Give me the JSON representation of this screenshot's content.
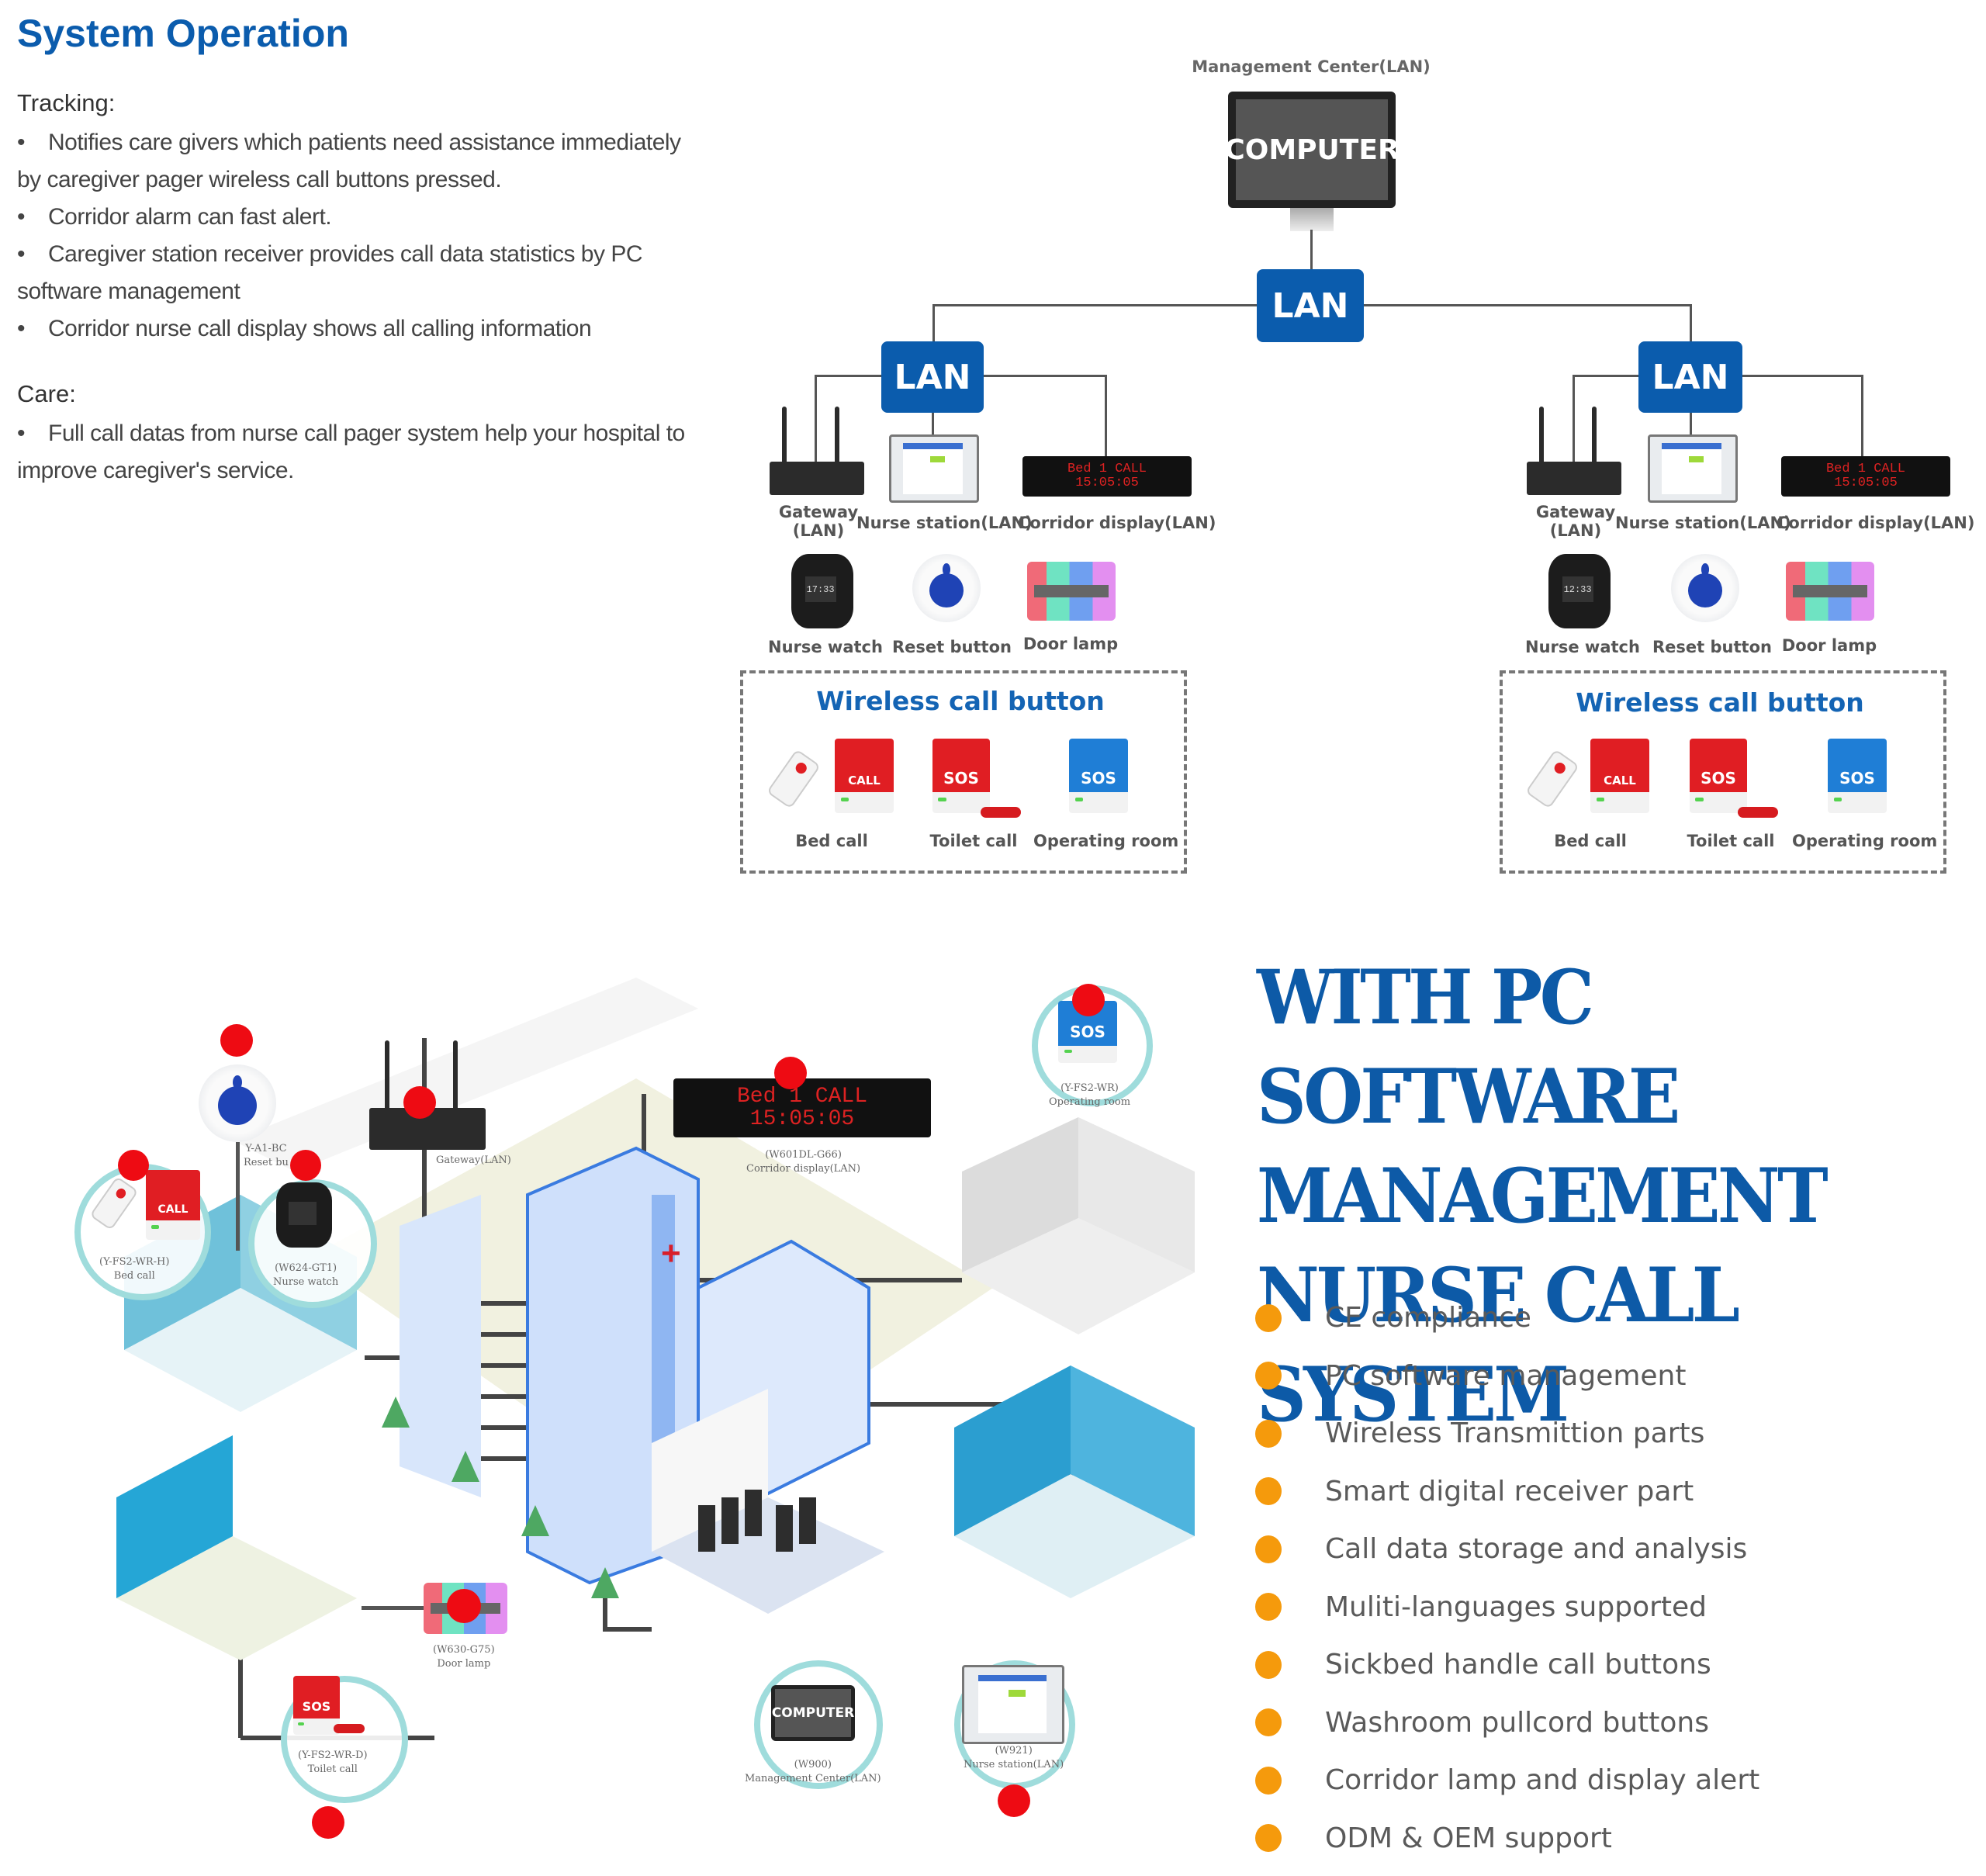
{
  "left_panel": {
    "title": "System Operation",
    "tracking": {
      "heading": "Tracking:",
      "bullets": [
        {
          "line1": "Notifies care givers which patients need assistance immediately",
          "line2": "by caregiver pager wireless call buttons pressed."
        },
        {
          "line1": "Corridor alarm can fast alert.",
          "line2": ""
        },
        {
          "line1": "Caregiver station receiver provides call data statistics by PC",
          "line2": "software management"
        },
        {
          "line1": "Corridor nurse call display shows all calling information",
          "line2": ""
        }
      ]
    },
    "care": {
      "heading": "Care:",
      "bullets": [
        {
          "line1": "Full call datas from nurse call pager system help your hospital to",
          "line2": "improve caregiver's service."
        }
      ]
    },
    "bullet_glyph": "•"
  },
  "topology": {
    "management_label": "Management Center(LAN)",
    "computer_text": "COMPUTER",
    "lan_label": "LAN",
    "branches": [
      {
        "devices": {
          "gateway": "Gateway\n(LAN)",
          "gateway_l1": "Gateway",
          "gateway_l2": "(LAN)",
          "nurse_station": "Nurse station(LAN)",
          "corridor_display": "Corridor display(LAN)",
          "nurse_watch": "Nurse watch",
          "reset_button": "Reset button",
          "door_lamp": "Door lamp"
        },
        "led_line1": "Bed 1 CALL",
        "led_line2": "15:05:05",
        "watch_time": "17:33",
        "wireless": {
          "title": "Wireless call button",
          "buttons": [
            {
              "label": "Bed call",
              "face": "CALL"
            },
            {
              "label": "Toilet call",
              "face": "SOS"
            },
            {
              "label": "Operating room",
              "face": "SOS"
            }
          ]
        }
      },
      {
        "devices": {
          "gateway_l1": "Gateway",
          "gateway_l2": "(LAN)",
          "nurse_station": "Nurse station(LAN)",
          "corridor_display": "Corridor display(LAN)",
          "nurse_watch": "Nurse watch",
          "reset_button": "Reset button",
          "door_lamp": "Door lamp"
        },
        "led_line1": "Bed 1 CALL",
        "led_line2": "15:05:05",
        "watch_time": "12:33",
        "wireless": {
          "title": "Wireless call button",
          "buttons": [
            {
              "label": "Bed call",
              "face": "CALL"
            },
            {
              "label": "Toilet call",
              "face": "SOS"
            },
            {
              "label": "Operating room",
              "face": "SOS"
            }
          ]
        }
      }
    ]
  },
  "illustration": {
    "reset_button": {
      "model": "Y-A1-BC",
      "name": "Reset bu"
    },
    "bed_call": {
      "model": "(Y-FS2-WR-H)",
      "name": "Bed call",
      "face": "CALL"
    },
    "nurse_watch": {
      "model": "(W624-GT1)",
      "name": "Nurse watch"
    },
    "gateway": {
      "name": "Gateway(LAN)"
    },
    "corridor_display": {
      "model": "(W601DL-G66)",
      "name": "Corridor display(LAN)",
      "led_line1": "Bed 1 CALL",
      "led_line2": "15:05:05"
    },
    "operating_room": {
      "model": "(Y-FS2-WR)",
      "name": "Operating room",
      "face": "SOS"
    },
    "door_lamp": {
      "model": "(W630-G75)",
      "name": "Door lamp"
    },
    "toilet_call": {
      "model": "(Y-FS2-WR-D)",
      "name": "Toilet call",
      "face": "SOS"
    },
    "management_center": {
      "model": "(W900)",
      "name": "Management Center(LAN)",
      "screen": "COMPUTER"
    },
    "nurse_station": {
      "model": "(W921)",
      "name": "Nurse station(LAN)"
    }
  },
  "headline": {
    "line1": "WITH PC SOFTWARE",
    "line2": "MANAGEMENT",
    "line3": "NURSE CALL SYSTEM"
  },
  "features": [
    "CE compliance",
    "PC software management",
    "Wireless Transmittion parts",
    "Smart digital receiver part",
    "Call data storage and analysis",
    "Muliti-languages supported",
    "Sickbed handle call buttons",
    "Washroom pullcord buttons",
    "Corridor lamp and display alert",
    "ODM & OEM support"
  ],
  "colors": {
    "brand_blue": "#0b5cad",
    "lan_blue": "#0b5cad",
    "feature_bullet": "#f59a0c",
    "alert_red": "#ee0b13",
    "call_red": "#e01e23",
    "sos_blue": "#1f7ed6",
    "pin_teal": "#9fdcdc"
  }
}
